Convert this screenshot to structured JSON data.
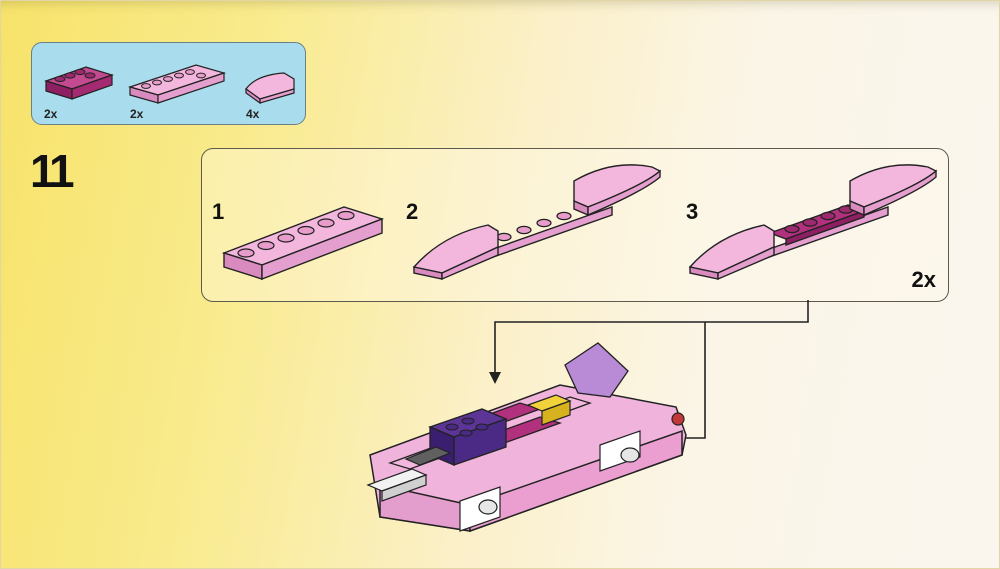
{
  "parts_list": {
    "items": [
      {
        "name": "dark-pink-plate-1x4",
        "quantity": "2x",
        "color": "#b2317f"
      },
      {
        "name": "pink-plate-1x6",
        "quantity": "2x",
        "color": "#efa6d6"
      },
      {
        "name": "pink-curved-slope",
        "quantity": "4x",
        "color": "#efa6d6"
      }
    ]
  },
  "step": {
    "number": "11",
    "substeps": [
      {
        "label": "1"
      },
      {
        "label": "2"
      },
      {
        "label": "3"
      }
    ],
    "multiplier": "2x"
  },
  "colors": {
    "pink": "#efa6d6",
    "dark_pink": "#b2317f",
    "purple": "#4b2a86",
    "lavender": "#b98ad6",
    "yellow": "#f2d23a",
    "white": "#f2f2f2",
    "dark_gray": "#505050"
  }
}
